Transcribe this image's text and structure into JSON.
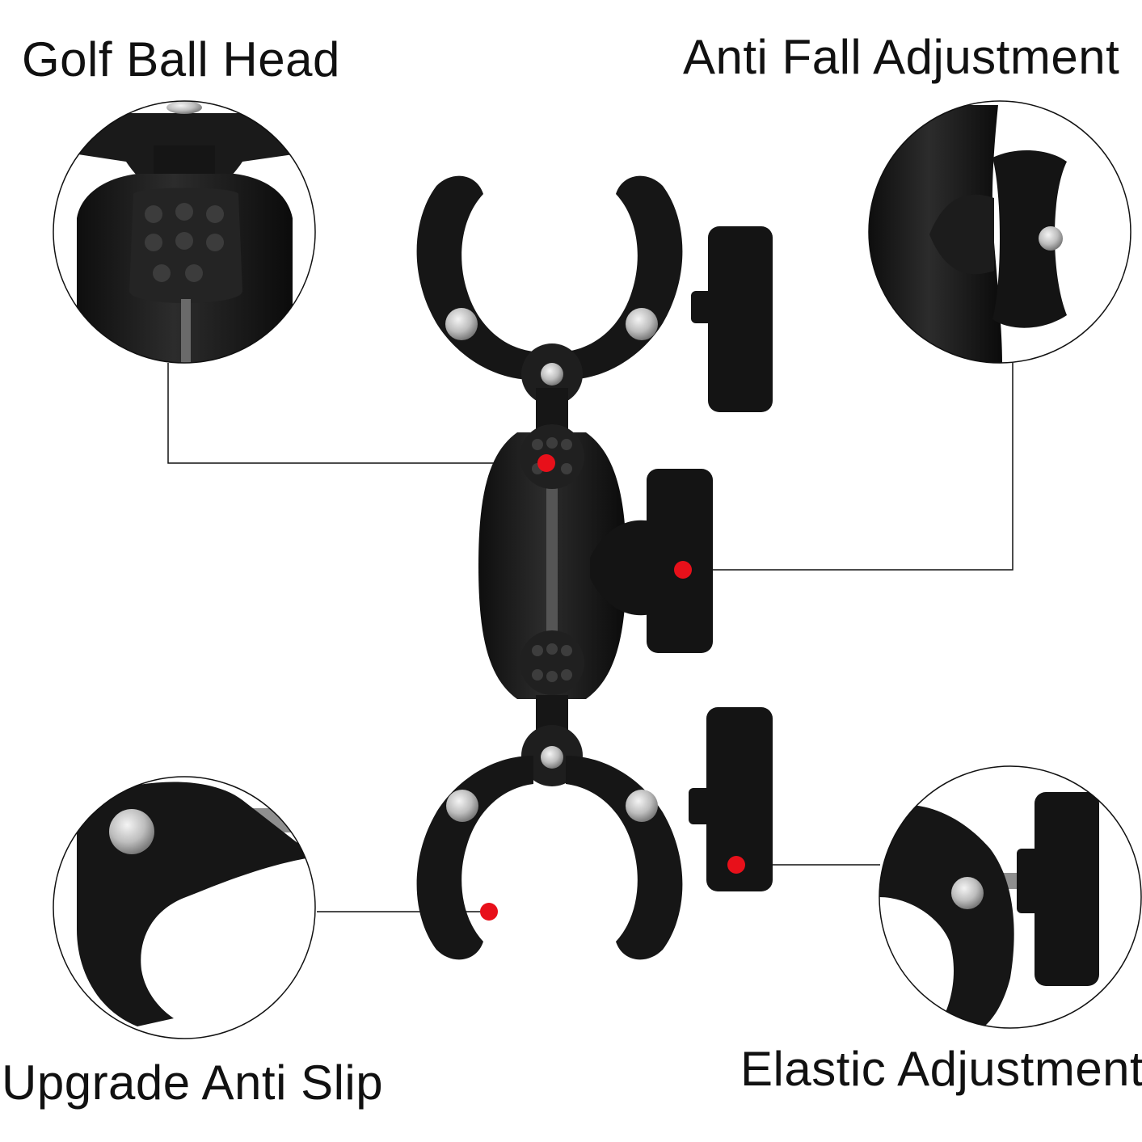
{
  "labels": {
    "top_left": "Golf Ball Head",
    "top_right": "Anti Fall Adjustment",
    "bottom_left": "Upgrade Anti Slip",
    "bottom_right": "Elastic Adjustment"
  },
  "colors": {
    "background": "#ffffff",
    "product": "#1a1a1a",
    "product_highlight": "#3a3a3a",
    "callout_dot": "#e8101a",
    "callout_line": "#111111",
    "screw": "#c9c9c9"
  },
  "icons": {
    "callout_marker": "red-dot-icon",
    "detail_zoom": "magnifier-circle-icon"
  }
}
